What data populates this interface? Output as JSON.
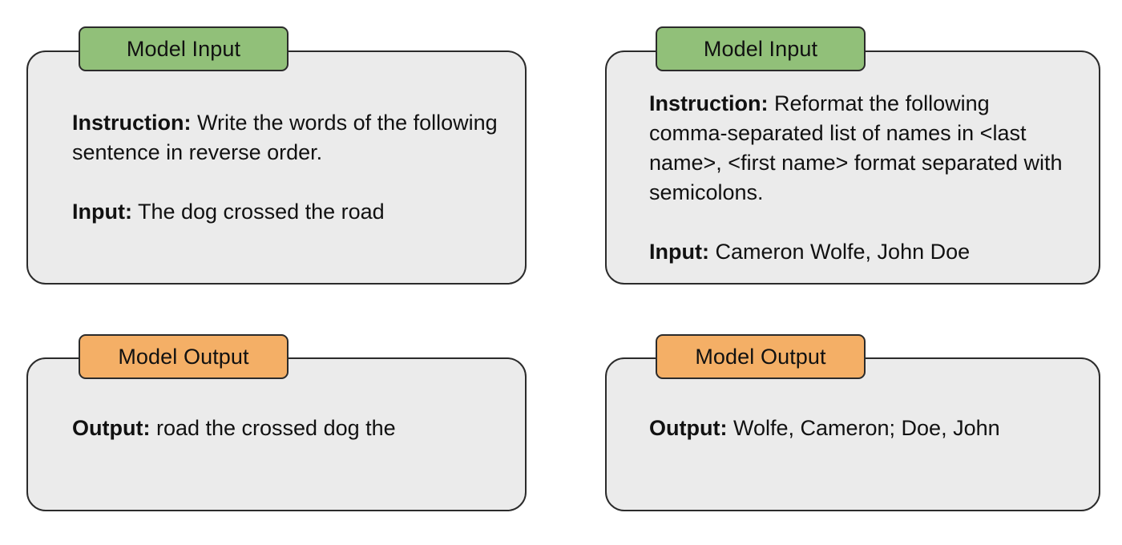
{
  "colors": {
    "badge_input_bg": "#91c079",
    "badge_output_bg": "#f4af66",
    "card_bg": "#ebebeb",
    "card_border": "#2b2b2b",
    "page_bg": "#ffffff",
    "text": "#111111"
  },
  "cards": [
    {
      "id": "input-left",
      "badge_label": "Model Input",
      "badge_kind": "input",
      "paragraphs": [
        {
          "label": "Instruction:",
          "text": " Write the words of the following sentence in reverse order."
        },
        {
          "label": "Input:",
          "text": " The dog crossed the road"
        }
      ]
    },
    {
      "id": "input-right",
      "badge_label": "Model Input",
      "badge_kind": "input",
      "paragraphs": [
        {
          "label": "Instruction:",
          "text": " Reformat the following comma-separated list of names in <last name>, <first name> format separated with semicolons."
        },
        {
          "label": "Input:",
          "text": " Cameron Wolfe, John Doe"
        }
      ]
    },
    {
      "id": "output-left",
      "badge_label": "Model Output",
      "badge_kind": "output",
      "paragraphs": [
        {
          "label": "Output:",
          "text": " road the crossed dog the"
        }
      ]
    },
    {
      "id": "output-right",
      "badge_label": "Model Output",
      "badge_kind": "output",
      "paragraphs": [
        {
          "label": "Output:",
          "text": " Wolfe, Cameron; Doe, John"
        }
      ]
    }
  ]
}
